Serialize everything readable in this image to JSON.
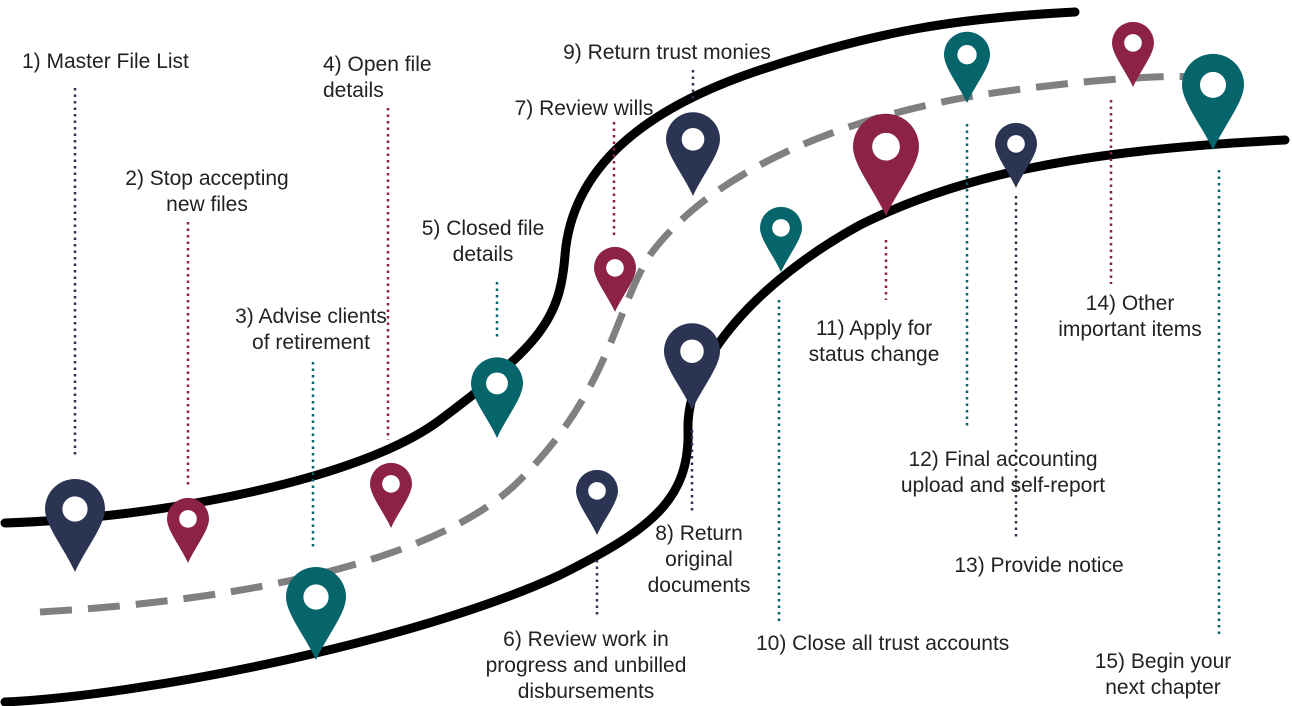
{
  "colors": {
    "navy": "#2b3553",
    "maroon": "#8c2346",
    "teal": "#05656a",
    "road_edge": "#000000",
    "center_line": "#808080"
  },
  "steps": [
    {
      "id": 1,
      "label": "1) Master File List",
      "color": "navy"
    },
    {
      "id": 2,
      "label": "2) Stop accepting\nnew files",
      "color": "maroon"
    },
    {
      "id": 3,
      "label": "3) Advise clients\nof retirement",
      "color": "teal"
    },
    {
      "id": 4,
      "label": "4) Open file\ndetails",
      "color": "maroon"
    },
    {
      "id": 5,
      "label": "5) Closed file\ndetails",
      "color": "teal"
    },
    {
      "id": 6,
      "label": "6) Review work in\nprogress and unbilled\ndisbursements",
      "color": "navy"
    },
    {
      "id": 7,
      "label": "7) Review wills",
      "color": "maroon"
    },
    {
      "id": 8,
      "label": "8) Return\noriginal\ndocuments",
      "color": "navy"
    },
    {
      "id": 9,
      "label": "9) Return trust monies",
      "color": "navy"
    },
    {
      "id": 10,
      "label": "10) Close all trust accounts",
      "color": "teal"
    },
    {
      "id": 11,
      "label": "11) Apply for\nstatus change",
      "color": "maroon"
    },
    {
      "id": 12,
      "label": "12) Final accounting\nupload and self-report",
      "color": "teal"
    },
    {
      "id": 13,
      "label": "13) Provide notice",
      "color": "navy"
    },
    {
      "id": 14,
      "label": "14) Other\nimportant items",
      "color": "maroon"
    },
    {
      "id": 15,
      "label": "15) Begin your\nnext chapter",
      "color": "teal"
    }
  ]
}
